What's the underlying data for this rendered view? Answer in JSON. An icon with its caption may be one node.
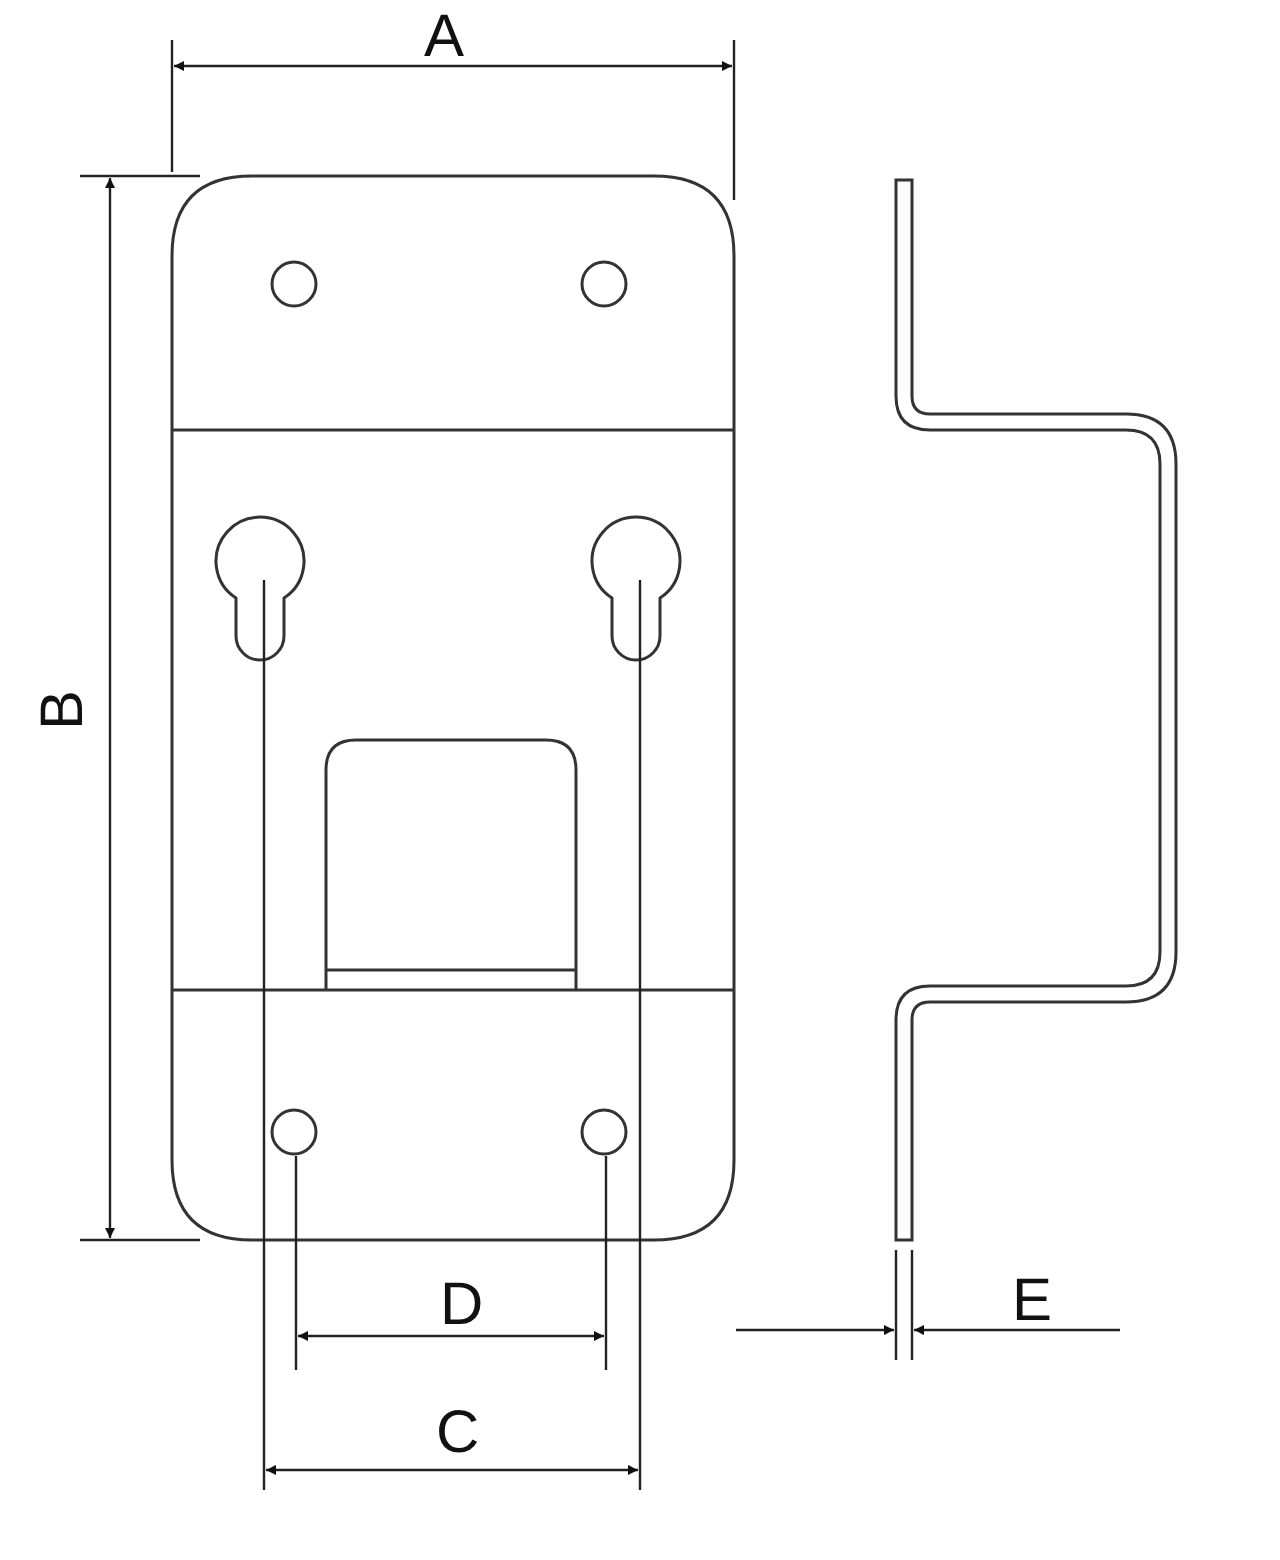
{
  "diagram": {
    "labels": [
      "A",
      "B",
      "D",
      "E",
      "C"
    ]
  }
}
